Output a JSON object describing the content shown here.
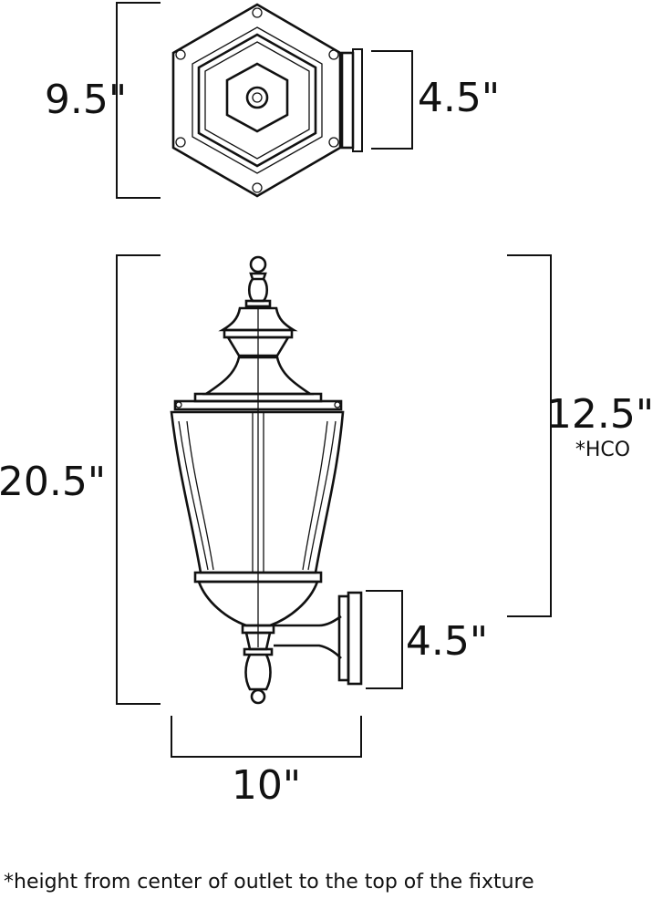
{
  "top_view": {
    "height_label": "9.5\"",
    "backplate_label": "4.5\""
  },
  "side_view": {
    "total_height_label": "20.5\"",
    "hco_label": "12.5\"",
    "hco_tag": "*HCO",
    "backplate_label": "4.5\"",
    "width_label": "10\""
  },
  "footnote": "*height from center of outlet to the top of the fixture"
}
